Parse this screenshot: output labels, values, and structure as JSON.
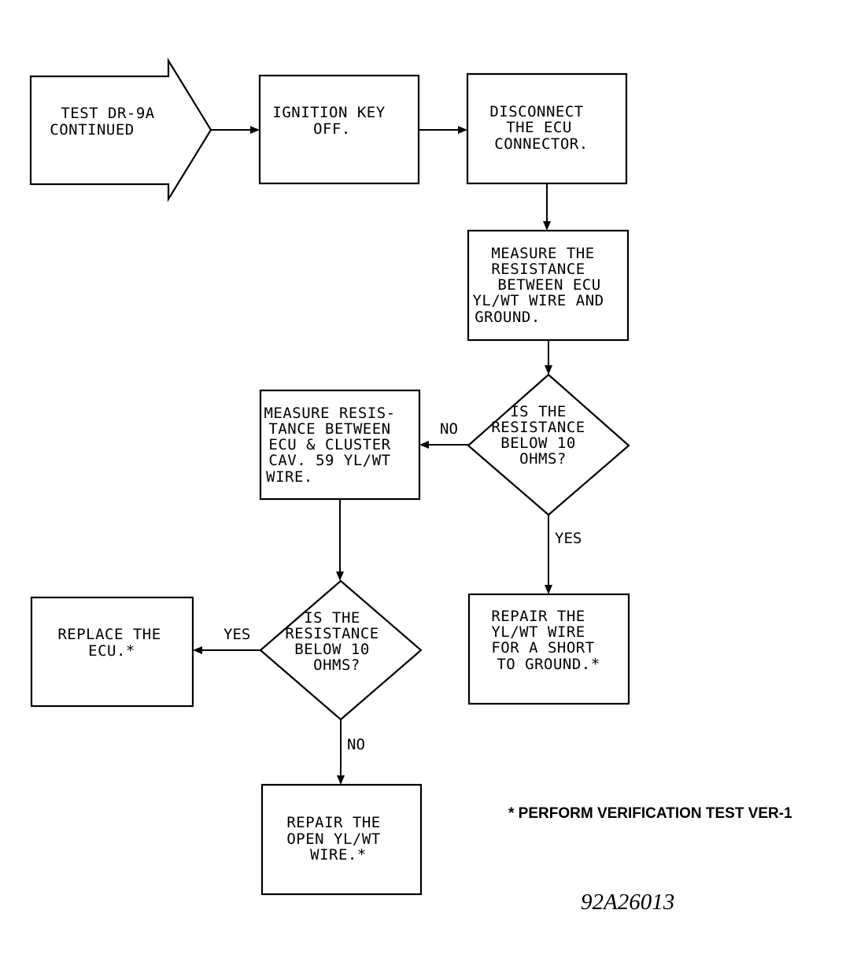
{
  "nodes": {
    "start": {
      "lines": [
        "TEST DR-9A",
        "CONTINUED"
      ]
    },
    "ignition_off": {
      "lines": [
        "IGNITION KEY",
        "OFF."
      ]
    },
    "disconnect_ecu": {
      "lines": [
        "DISCONNECT",
        "THE ECU",
        "CONNECTOR."
      ]
    },
    "measure_ground": {
      "lines": [
        "MEASURE THE",
        "RESISTANCE",
        "BETWEEN ECU",
        "YL/WT WIRE AND",
        "GROUND."
      ]
    },
    "decision_1": {
      "lines": [
        "IS THE",
        "RESISTANCE",
        "BELOW 10",
        "OHMS?"
      ]
    },
    "measure_cluster": {
      "lines": [
        "MEASURE RESIS-",
        "TANCE BETWEEN",
        "ECU & CLUSTER",
        "CAV. 59 YL/WT",
        "WIRE."
      ]
    },
    "repair_short": {
      "lines": [
        "REPAIR THE",
        "YL/WT WIRE",
        "FOR A SHORT",
        "TO GROUND.*"
      ]
    },
    "decision_2": {
      "lines": [
        "IS THE",
        "RESISTANCE",
        "BELOW 10",
        "OHMS?"
      ]
    },
    "replace_ecu": {
      "lines": [
        "REPLACE THE",
        "ECU.*"
      ]
    },
    "repair_open": {
      "lines": [
        "REPAIR THE",
        "OPEN YL/WT",
        "WIRE.*"
      ]
    }
  },
  "labels": {
    "d1_no": "NO",
    "d1_yes": "YES",
    "d2_yes": "YES",
    "d2_no": "NO"
  },
  "note": "* PERFORM VERIFICATION TEST VER-1",
  "figure_id": "92A26013"
}
